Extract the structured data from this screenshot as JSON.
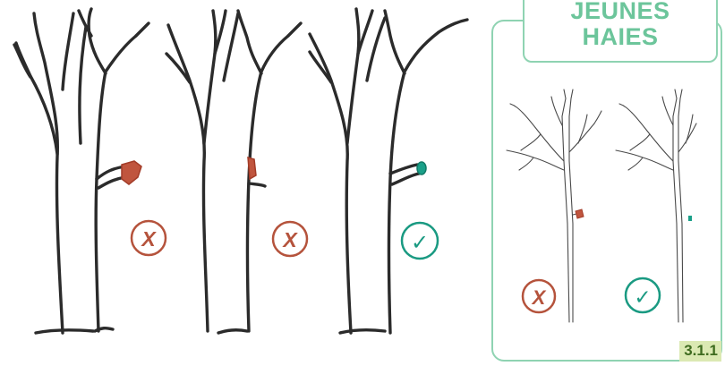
{
  "section": {
    "title_line1": "JEUNES",
    "title_line2": "HAIES",
    "number": "3.1.1"
  },
  "marks": {
    "wrong": "X",
    "correct": "✓"
  },
  "colors": {
    "wrong": "#b5533c",
    "correct": "#1a9a82",
    "cut_wrong": "#c0553e",
    "cut_correct": "#1aa089",
    "panel_border": "#8fd3b2",
    "badge_bg": "#dbe9b3"
  }
}
